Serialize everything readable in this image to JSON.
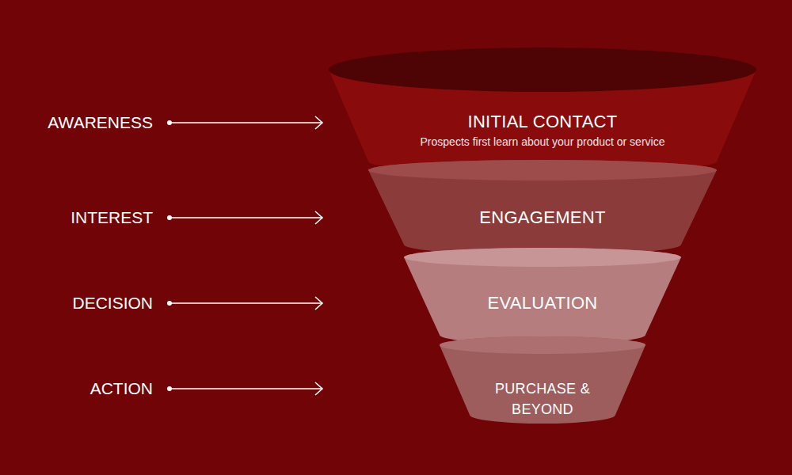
{
  "diagram": {
    "nodes": [
      {
        "text": [
          "INITIAL CONTACT",
          "Prospects first learn about your product or service"
        ]
      },
      {
        "text": [
          "ENGAGEMENT"
        ]
      },
      {
        "text": [
          "EVALUATION"
        ]
      },
      {
        "text": [
          "PURCHASE & BEYOND"
        ]
      }
    ],
    "labels": [
      "AWARENESS",
      "INTEREST",
      "DECISION",
      "ACTION"
    ]
  }
}
